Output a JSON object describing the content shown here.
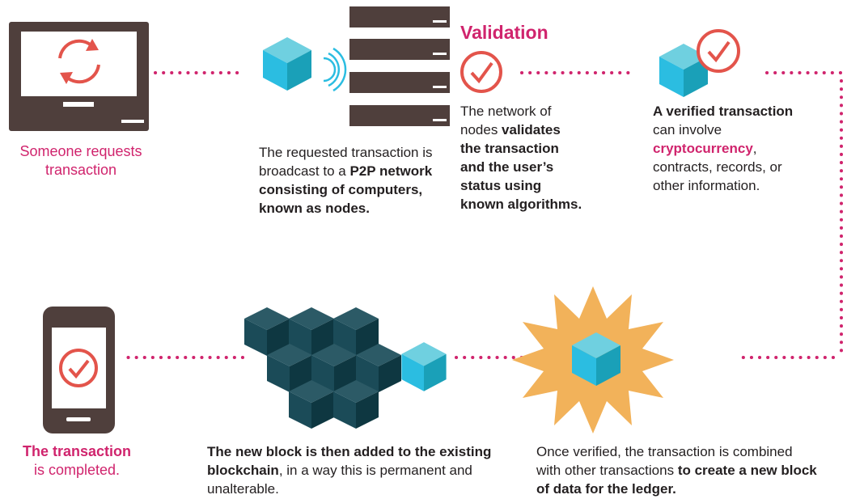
{
  "step1": {
    "label_line1": "Someone requests",
    "label_line2": "transaction"
  },
  "step2": {
    "line1": "The requested transaction is",
    "line2_a": "broadcast to a ",
    "line2_b": "P2P network",
    "line3": "consisting of computers,",
    "line4": "known as nodes."
  },
  "step3": {
    "heading": "Validation",
    "line1": "The network of",
    "line2_a": "nodes ",
    "line2_b": "validates",
    "line3": "the transaction",
    "line4": "and the user’s",
    "line5": "status using",
    "line6": "known algorithms."
  },
  "step4": {
    "line1": "A verified transaction",
    "line2": "can involve",
    "line3_a": "cryptocurrency",
    "line3_b": ",",
    "line4": "contracts, records, or",
    "line5": "other information."
  },
  "step5": {
    "line1": "Once verified, the transaction is combined",
    "line2_a": "with other transactions ",
    "line2_b": "to create a new block",
    "line3": "of data for the ledger."
  },
  "step6": {
    "line1": "The new block is then added to the existing",
    "line2_a": "blockchain",
    "line2_b": ", in a way this is permanent and",
    "line3": "unalterable."
  },
  "step7": {
    "label_line1": "The transaction",
    "label_line2": "is completed."
  },
  "colors": {
    "accent": "#d0246d",
    "device": "#4f3f3c",
    "cube_top": "#6fd0e0",
    "cube_left": "#2bbde1",
    "cube_right": "#1aa0b8",
    "chain_dark": "#0f4c5c",
    "starburst": "#f2b25a",
    "check": "#e3544b"
  }
}
